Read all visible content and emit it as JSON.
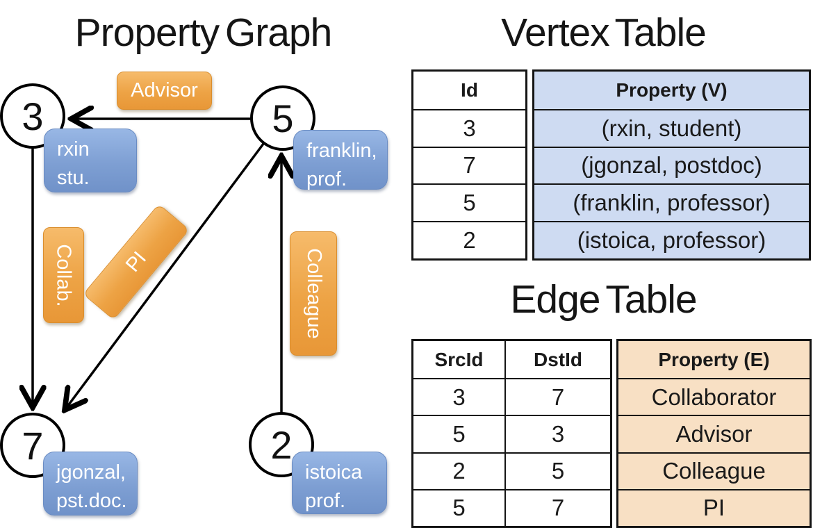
{
  "property_graph": {
    "title": "Property Graph",
    "nodes": [
      {
        "id": "3",
        "line1": "rxin",
        "line2": "stu."
      },
      {
        "id": "5",
        "line1": "franklin,",
        "line2": "prof."
      },
      {
        "id": "7",
        "line1": "jgonzal,",
        "line2": "pst.doc."
      },
      {
        "id": "2",
        "line1": "istoica",
        "line2": "prof."
      }
    ],
    "edges": [
      {
        "src": "5",
        "dst": "3",
        "label": "Advisor"
      },
      {
        "src": "3",
        "dst": "7",
        "label": "Collab."
      },
      {
        "src": "5",
        "dst": "7",
        "label": "PI"
      },
      {
        "src": "2",
        "dst": "5",
        "label": "Colleague"
      }
    ]
  },
  "vertex_table": {
    "title": "Vertex Table",
    "columns": [
      "Id",
      "Property (V)"
    ],
    "rows": [
      [
        "3",
        "(rxin, student)"
      ],
      [
        "7",
        "(jgonzal, postdoc)"
      ],
      [
        "5",
        "(franklin, professor)"
      ],
      [
        "2",
        "(istoica, professor)"
      ]
    ]
  },
  "edge_table": {
    "title": "Edge Table",
    "columns": [
      "SrcId",
      "DstId",
      "Property (E)"
    ],
    "rows": [
      [
        "3",
        "7",
        "Collaborator"
      ],
      [
        "5",
        "3",
        "Advisor"
      ],
      [
        "2",
        "5",
        "Colleague"
      ],
      [
        "5",
        "7",
        "PI"
      ]
    ]
  },
  "colors": {
    "edge_label_orange": "#eda345",
    "node_property_blue": "#7e9fd3",
    "vertex_property_fill": "#cedbf2",
    "edge_property_fill": "#f8e0c4",
    "line_black": "#000000"
  }
}
